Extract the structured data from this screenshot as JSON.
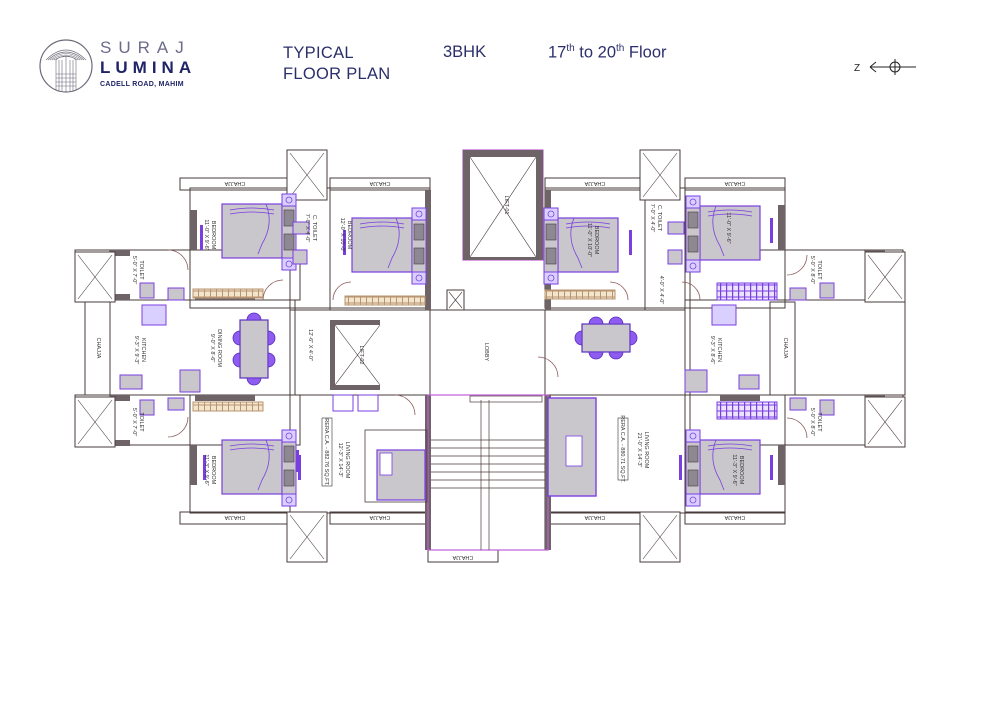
{
  "header": {
    "brand_line1": "SURAJ",
    "brand_line2": "LUMINA",
    "brand_line3": "CADELL ROAD, MAHIM",
    "title_line1": "TYPICAL",
    "title_line2": "FLOOR PLAN",
    "unit_type": "3BHK",
    "floor_from": "17",
    "floor_from_sup": "th",
    "floor_to_word": " to ",
    "floor_to": "20",
    "floor_to_sup": "th",
    "floor_suffix": " Floor",
    "compass_label": "Z",
    "compass_icon": "north-arrow-icon"
  },
  "colors": {
    "text_primary": "#2b2f6b",
    "wall_fill": "#6e6468",
    "wall_outline": "#4a3b3b",
    "furniture_purple": "#7a3fe0",
    "furniture_fill": "#c9c6cc",
    "highlight_magenta": "#c05cd8",
    "wardrobe_tan": "#d8b98f"
  },
  "plan": {
    "left_unit": {
      "bedroom_top_left": {
        "name": "BEDROOM",
        "size": "11'-0\" X 9'-6\""
      },
      "c_toilet": {
        "name": "C. TOILET",
        "size": "7'-0\" X 4'-0\""
      },
      "bedroom_top_right": {
        "name": "BEDROOM",
        "size": "12'-0\" X 10'-0\""
      },
      "toilet_top": {
        "name": "TOILET",
        "size": "5'-0\" X 7'-0\""
      },
      "kitchen": {
        "name": "KITCHEN",
        "size": "9'-3\" X 9'-3\""
      },
      "dining_room": {
        "name": "DINING ROOM",
        "size": "9'-0\" X 8'-6\""
      },
      "passage": {
        "size": "12'-6\" X 4'-0\""
      },
      "toilet_bottom": {
        "name": "TOILET",
        "size": "5'-0\" X 7'-0\""
      },
      "bedroom_bottom": {
        "name": "BEDROOM",
        "size": "11'-3\" X 9'-6\""
      },
      "living_room": {
        "name": "LIVING ROOM",
        "size": "12'-3\" X 14'-3\""
      },
      "rera": "RERA C.A. - 882.76 SQ.FT.",
      "chajja_side": "CHAJJA"
    },
    "core": {
      "lift1": "LIFT-01",
      "lift2": "LIFT-02",
      "lobby": "LOBBY",
      "chajja_bottom": "CHAJJA"
    },
    "right_unit": {
      "bedroom_top_left": {
        "name": "BEDROOM",
        "size": "11'-0\" X 10'-0\""
      },
      "c_toilet": {
        "name": "C. TOILET",
        "size": "7'-0\" X 4'-0\""
      },
      "bedroom_top_right": {
        "name": "",
        "size": "11'-0\" X 9'-6\""
      },
      "passage": {
        "size": "4'-0\" X 4'-0\""
      },
      "toilet_top": {
        "name": "TOILET",
        "size": "5'-0\" X 8'-0\""
      },
      "kitchen": {
        "name": "KITCHEN",
        "size": "9'-3\" X 8'-6\""
      },
      "toilet_bottom": {
        "name": "TOILET",
        "size": "5'-0\" X 8'-0\""
      },
      "bedroom_bottom": {
        "name": "BEDROOM",
        "size": "11'-3\" X 9'-6\""
      },
      "living_room": {
        "name": "LIVING ROOM",
        "size": "21'-0\" X 14'-3\""
      },
      "rera": "RERA C.A. - 880.71 SQ.FT.",
      "chajja_side": "CHAJJA"
    },
    "chajja_label": "CHAJJA"
  }
}
